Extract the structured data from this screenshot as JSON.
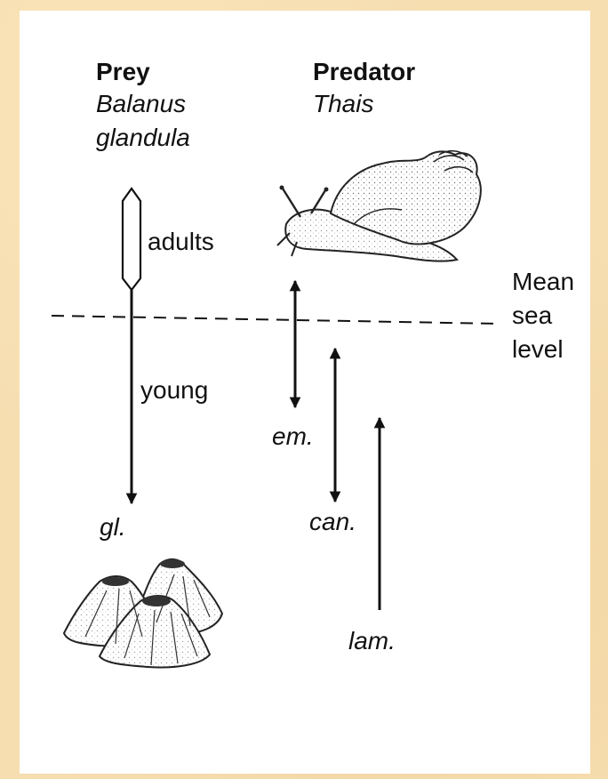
{
  "prey": {
    "heading": "Prey",
    "genus": "Balanus",
    "species": "glandula"
  },
  "predator": {
    "heading": "Predator",
    "genus": "Thais"
  },
  "labels": {
    "adults": "adults",
    "young": "young",
    "mean_sea_level": [
      "Mean",
      "sea",
      "level"
    ]
  },
  "species_abbrev": {
    "gl": "gl.",
    "em": "em.",
    "can": "can.",
    "lam": "lam."
  },
  "icons": [
    "snail-illustration",
    "barnacle-illustration"
  ]
}
